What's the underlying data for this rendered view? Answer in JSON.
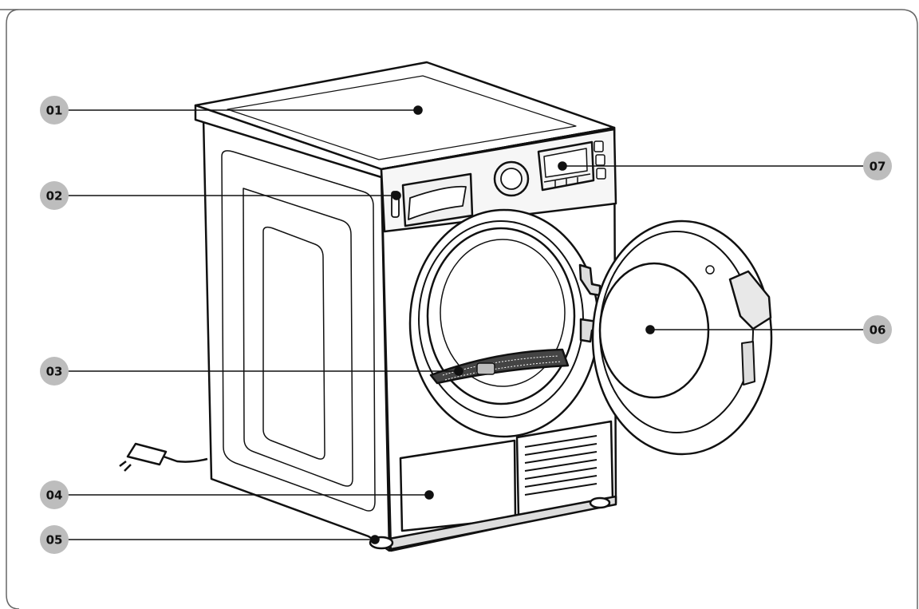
{
  "figure": {
    "header_text": "",
    "callouts": [
      {
        "label": "01",
        "part": "top-cover-icon"
      },
      {
        "label": "02",
        "part": "detergent-drawer-icon"
      },
      {
        "label": "03",
        "part": "filter-icon"
      },
      {
        "label": "04",
        "part": "bottom-panel-icon"
      },
      {
        "label": "05",
        "part": "leveling-foot-icon"
      },
      {
        "label": "06",
        "part": "door-icon"
      },
      {
        "label": "07",
        "part": "control-panel-icon"
      }
    ]
  },
  "colors": {
    "badge_fill": "#bdbdbd",
    "line": "#111111",
    "frame": "#666666",
    "panel_gray": "#e8e8e8"
  }
}
